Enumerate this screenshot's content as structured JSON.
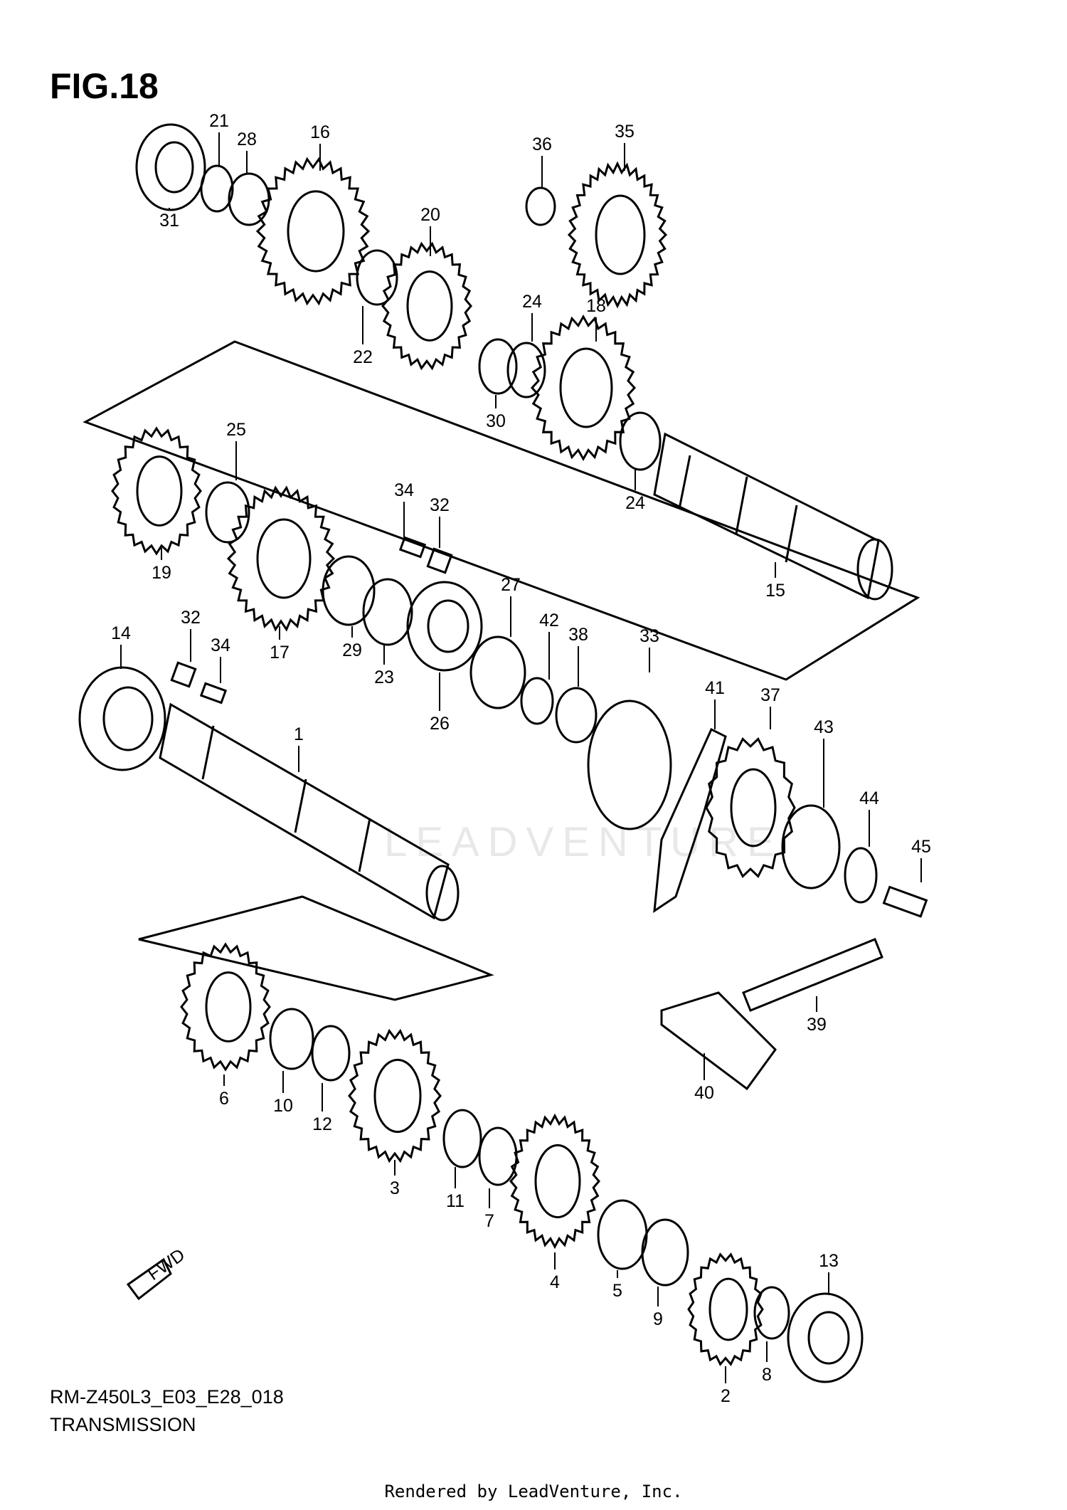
{
  "figure": {
    "title": "FIG.18",
    "model_code": "RM-Z450L3_E03_E28_018",
    "section_name": "TRANSMISSION",
    "credit": "Rendered by LeadVenture, Inc.",
    "watermark": "LEADVENTURE",
    "fwd_label": "FWD"
  },
  "parts": [
    {
      "num": "1",
      "kind": "shaft"
    },
    {
      "num": "2",
      "kind": "gear"
    },
    {
      "num": "3",
      "kind": "gear"
    },
    {
      "num": "4",
      "kind": "gear"
    },
    {
      "num": "5",
      "kind": "needle-bearing"
    },
    {
      "num": "6",
      "kind": "gear"
    },
    {
      "num": "7",
      "kind": "washer"
    },
    {
      "num": "8",
      "kind": "washer"
    },
    {
      "num": "9",
      "kind": "washer"
    },
    {
      "num": "10",
      "kind": "washer"
    },
    {
      "num": "11",
      "kind": "circlip"
    },
    {
      "num": "12",
      "kind": "circlip"
    },
    {
      "num": "13",
      "kind": "bearing"
    },
    {
      "num": "14",
      "kind": "bearing"
    },
    {
      "num": "15",
      "kind": "shaft"
    },
    {
      "num": "16",
      "kind": "gear"
    },
    {
      "num": "17",
      "kind": "gear"
    },
    {
      "num": "18",
      "kind": "gear"
    },
    {
      "num": "19",
      "kind": "gear"
    },
    {
      "num": "20",
      "kind": "gear"
    },
    {
      "num": "21",
      "kind": "washer"
    },
    {
      "num": "22",
      "kind": "washer"
    },
    {
      "num": "23",
      "kind": "washer"
    },
    {
      "num": "24",
      "kind": "washer"
    },
    {
      "num": "25",
      "kind": "washer"
    },
    {
      "num": "26",
      "kind": "bearing"
    },
    {
      "num": "27",
      "kind": "oil-seal"
    },
    {
      "num": "28",
      "kind": "bushing"
    },
    {
      "num": "29",
      "kind": "bushing"
    },
    {
      "num": "30",
      "kind": "circlip"
    },
    {
      "num": "31",
      "kind": "bearing"
    },
    {
      "num": "32",
      "kind": "retainer"
    },
    {
      "num": "33",
      "kind": "seal-retainer"
    },
    {
      "num": "34",
      "kind": "screw"
    },
    {
      "num": "35",
      "kind": "gear"
    },
    {
      "num": "36",
      "kind": "circlip"
    },
    {
      "num": "37",
      "kind": "sprocket"
    },
    {
      "num": "38",
      "kind": "spacer"
    },
    {
      "num": "39",
      "kind": "chain"
    },
    {
      "num": "40",
      "kind": "chain-joint"
    },
    {
      "num": "41",
      "kind": "chain-guide"
    },
    {
      "num": "42",
      "kind": "o-ring"
    },
    {
      "num": "43",
      "kind": "washer"
    },
    {
      "num": "44",
      "kind": "washer"
    },
    {
      "num": "45",
      "kind": "bolt"
    }
  ]
}
